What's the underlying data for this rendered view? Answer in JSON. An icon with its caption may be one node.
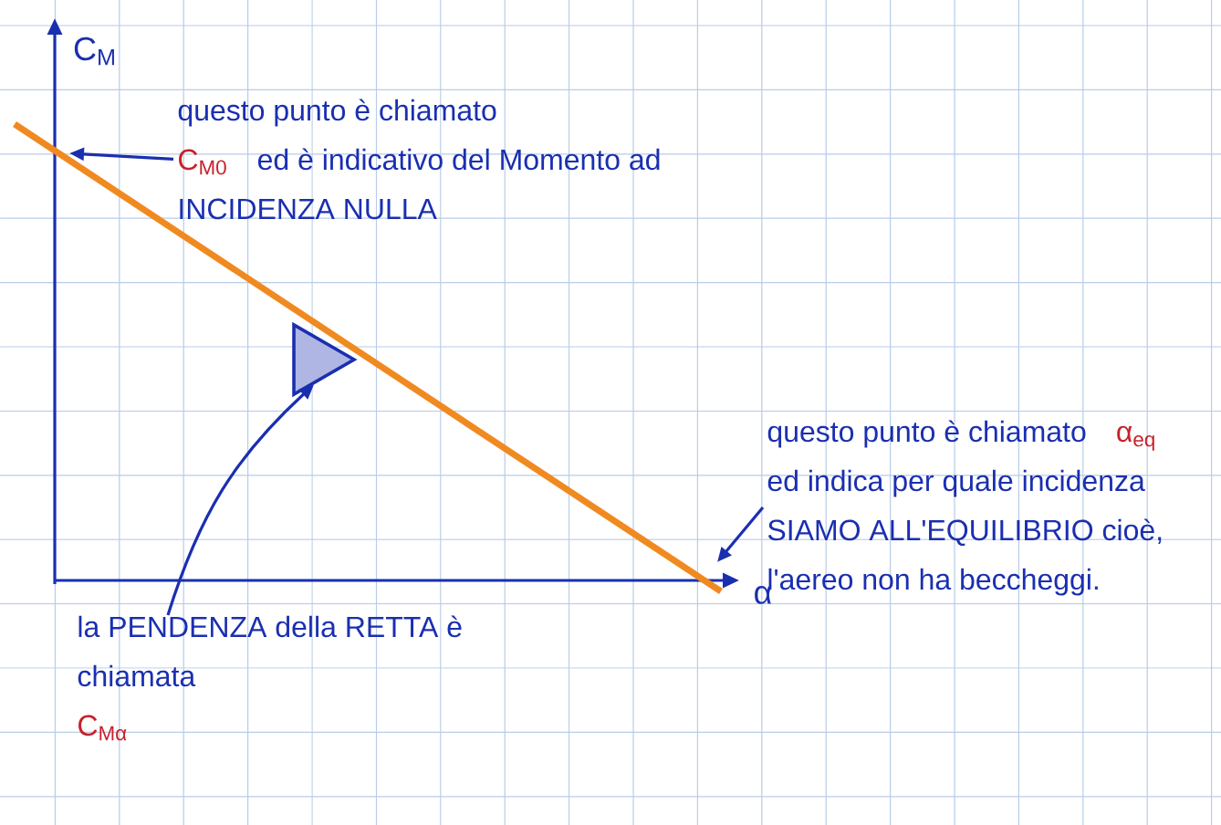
{
  "diagram": {
    "nodes": [
      {
        "text": [
          "questo punto è chiamato",
          "C$_{M0}$",
          "ed è indicativo del Momento ad INCIDENZA NULLA"
        ]
      },
      {
        "text": [],
        "shape": "triangle"
      },
      {
        "text": [
          "la PENDENZA della RETTA è chiamata",
          "C$_{Mα}$"
        ]
      },
      {
        "text": [
          "questo punto è chiamato",
          "α$_{eq}$",
          "ed indica per quale incidenza SIAMO ALL'EQUILIBRIO cioè, l'aereo non ha beccheggi."
        ]
      }
    ],
    "edges": [
      {
        "from": 0,
        "to": null,
        "arrow": "to"
      },
      {
        "from": 2,
        "to": 1,
        "arrow": "to"
      },
      {
        "from": 3,
        "to": null,
        "arrow": "to"
      }
    ],
    "labels": [
      "C$_{M}$",
      "α"
    ]
  }
}
